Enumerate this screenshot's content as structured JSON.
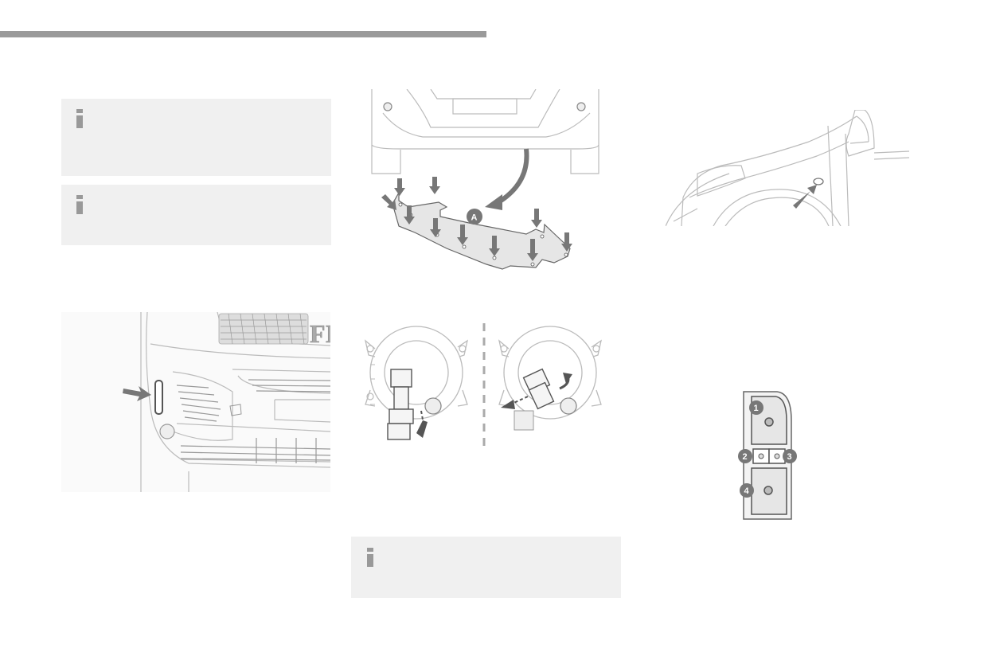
{
  "header": {
    "bar_color": "#9a9a9a"
  },
  "notes": [
    {
      "icon": "info-icon"
    },
    {
      "icon": "info-icon"
    },
    {
      "icon": "info-icon"
    }
  ],
  "illustrations": {
    "underbody_shield": {
      "callout": "A"
    },
    "tail_lamp": {
      "callouts": [
        "1",
        "2",
        "3",
        "4"
      ]
    }
  }
}
